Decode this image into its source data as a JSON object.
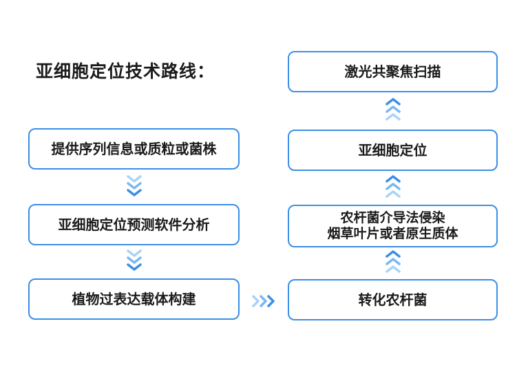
{
  "title": "亚细胞定位技术路线：",
  "left_steps": [
    "提供序列信息或质粒或菌株",
    "亚细胞定位预测软件分析",
    "植物过表达载体构建"
  ],
  "right_steps": [
    "激光共聚焦扫描",
    "亚细胞定位",
    [
      "农杆菌介导法侵染",
      "烟草叶片或者原生质体"
    ],
    "转化农杆菌"
  ],
  "colors": {
    "border": "#3a8ee6",
    "arrow_dark": "#3a8ee6",
    "arrow_light": "#a9d3f7"
  },
  "arrow_icons": [
    "chevron-down-icon",
    "chevron-up-icon",
    "chevron-right-icon"
  ]
}
